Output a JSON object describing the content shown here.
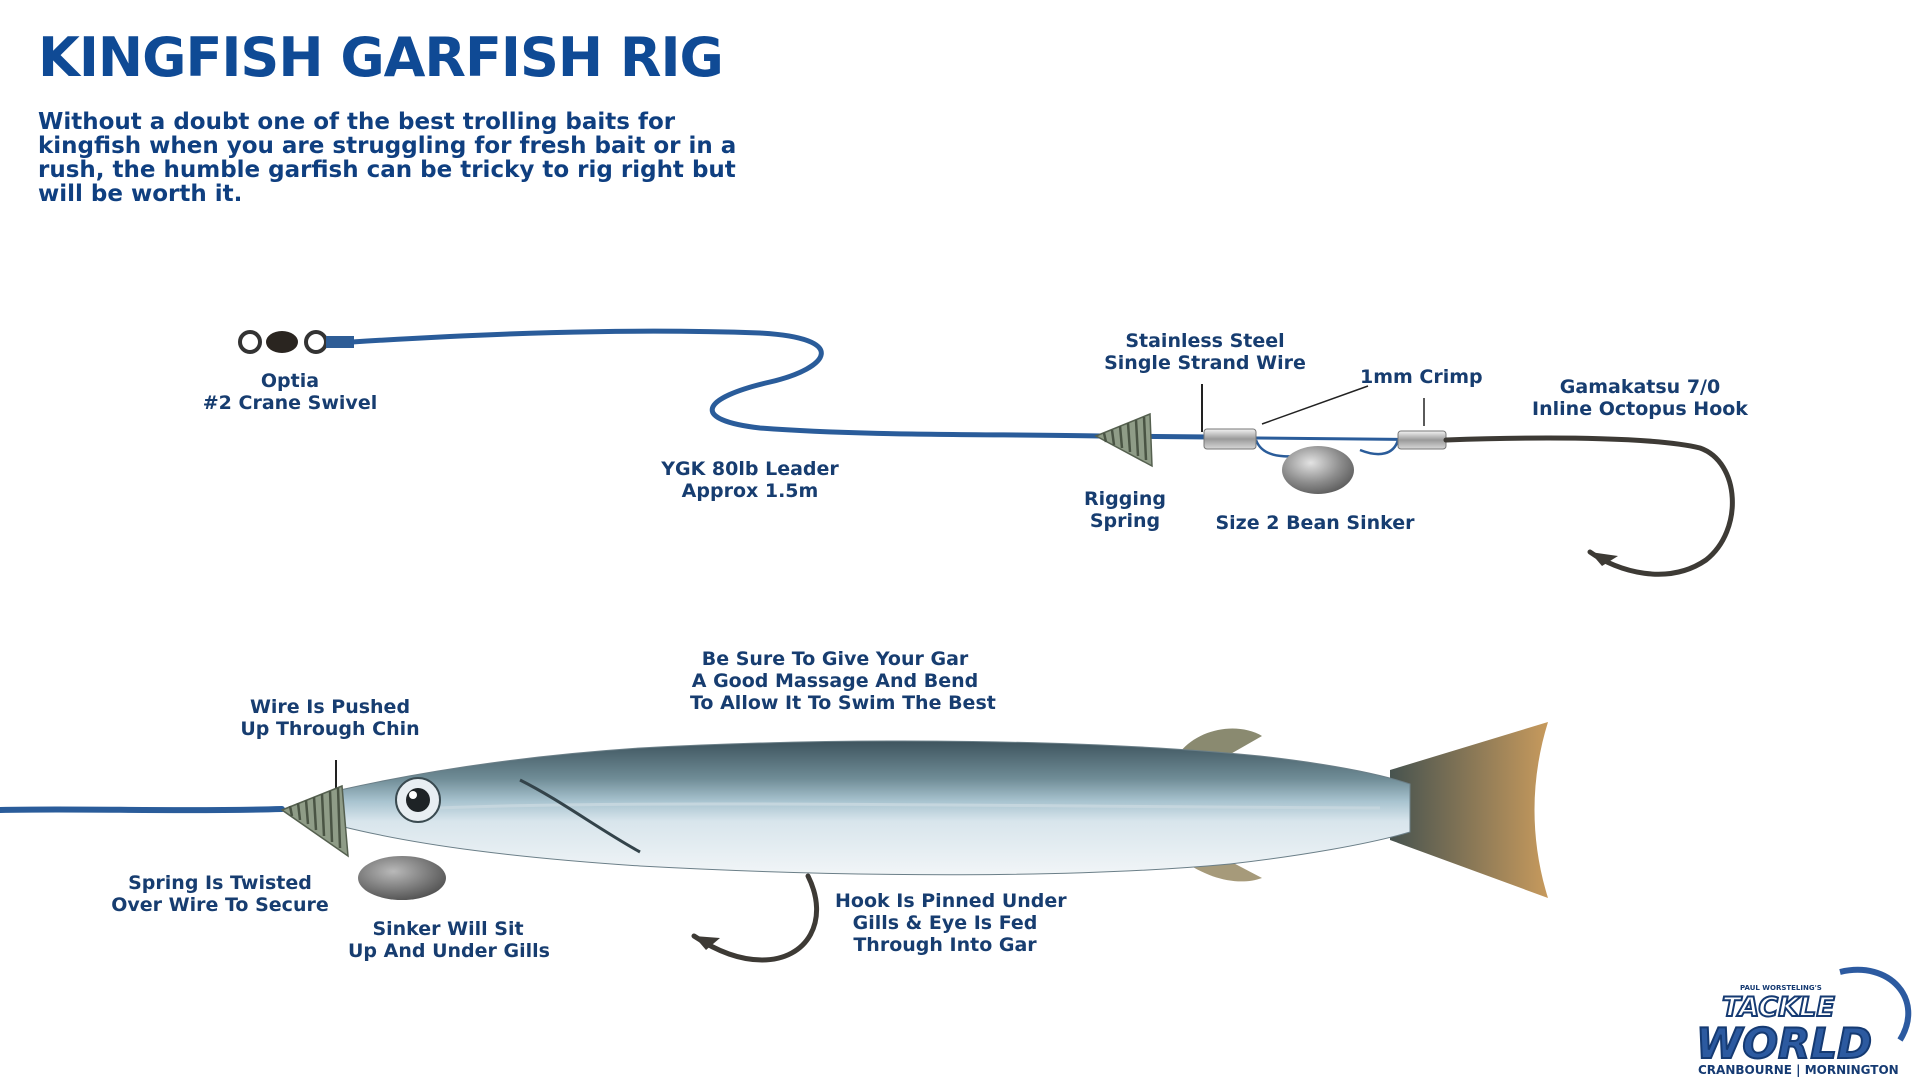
{
  "title": "KINGFISH GARFISH RIG",
  "intro": "Without a doubt one of the best trolling baits for kingfish when you are struggling for fresh bait or in a rush, the humble garfish can be tricky to rig right but will be worth it.",
  "rig_labels": {
    "swivel": [
      "Optia",
      "#2 Crane Swivel"
    ],
    "leader": [
      "YGK 80lb Leader",
      "Approx 1.5m"
    ],
    "spring": [
      "Rigging",
      "Spring"
    ],
    "wire": [
      "Stainless Steel",
      "Single Strand Wire"
    ],
    "crimp": [
      "1mm Crimp"
    ],
    "sinker": [
      "Size 2 Bean Sinker"
    ],
    "hook": [
      "Gamakatsu 7/0",
      "Inline Octopus Hook"
    ]
  },
  "bait_labels": {
    "massage": [
      "Be Sure To Give Your Gar",
      "A Good Massage And Bend",
      "To Allow It To Swim The Best"
    ],
    "chin": [
      "Wire Is Pushed",
      "Up Through Chin"
    ],
    "twist": [
      "Spring Is Twisted",
      "Over Wire To Secure"
    ],
    "sinker_sit": [
      "Sinker Will Sit",
      "Up And Under Gills"
    ],
    "hook_pin": [
      "Hook Is Pinned Under",
      "Gills & Eye Is Fed",
      "Through Into Gar"
    ]
  },
  "logo": {
    "top": "PAUL WORSTELING'S",
    "word1": "TACKLE",
    "word2": "WORLD",
    "locations": "CRANBOURNE | MORNINGTON"
  },
  "colors": {
    "title": "#0f4a95",
    "line": "#2a5c9a",
    "text": "#173d70",
    "spring": "#8f9c87",
    "hook": "#3d3a35",
    "fish_back": "#46606a",
    "fish_belly": "#dfe9ee"
  }
}
